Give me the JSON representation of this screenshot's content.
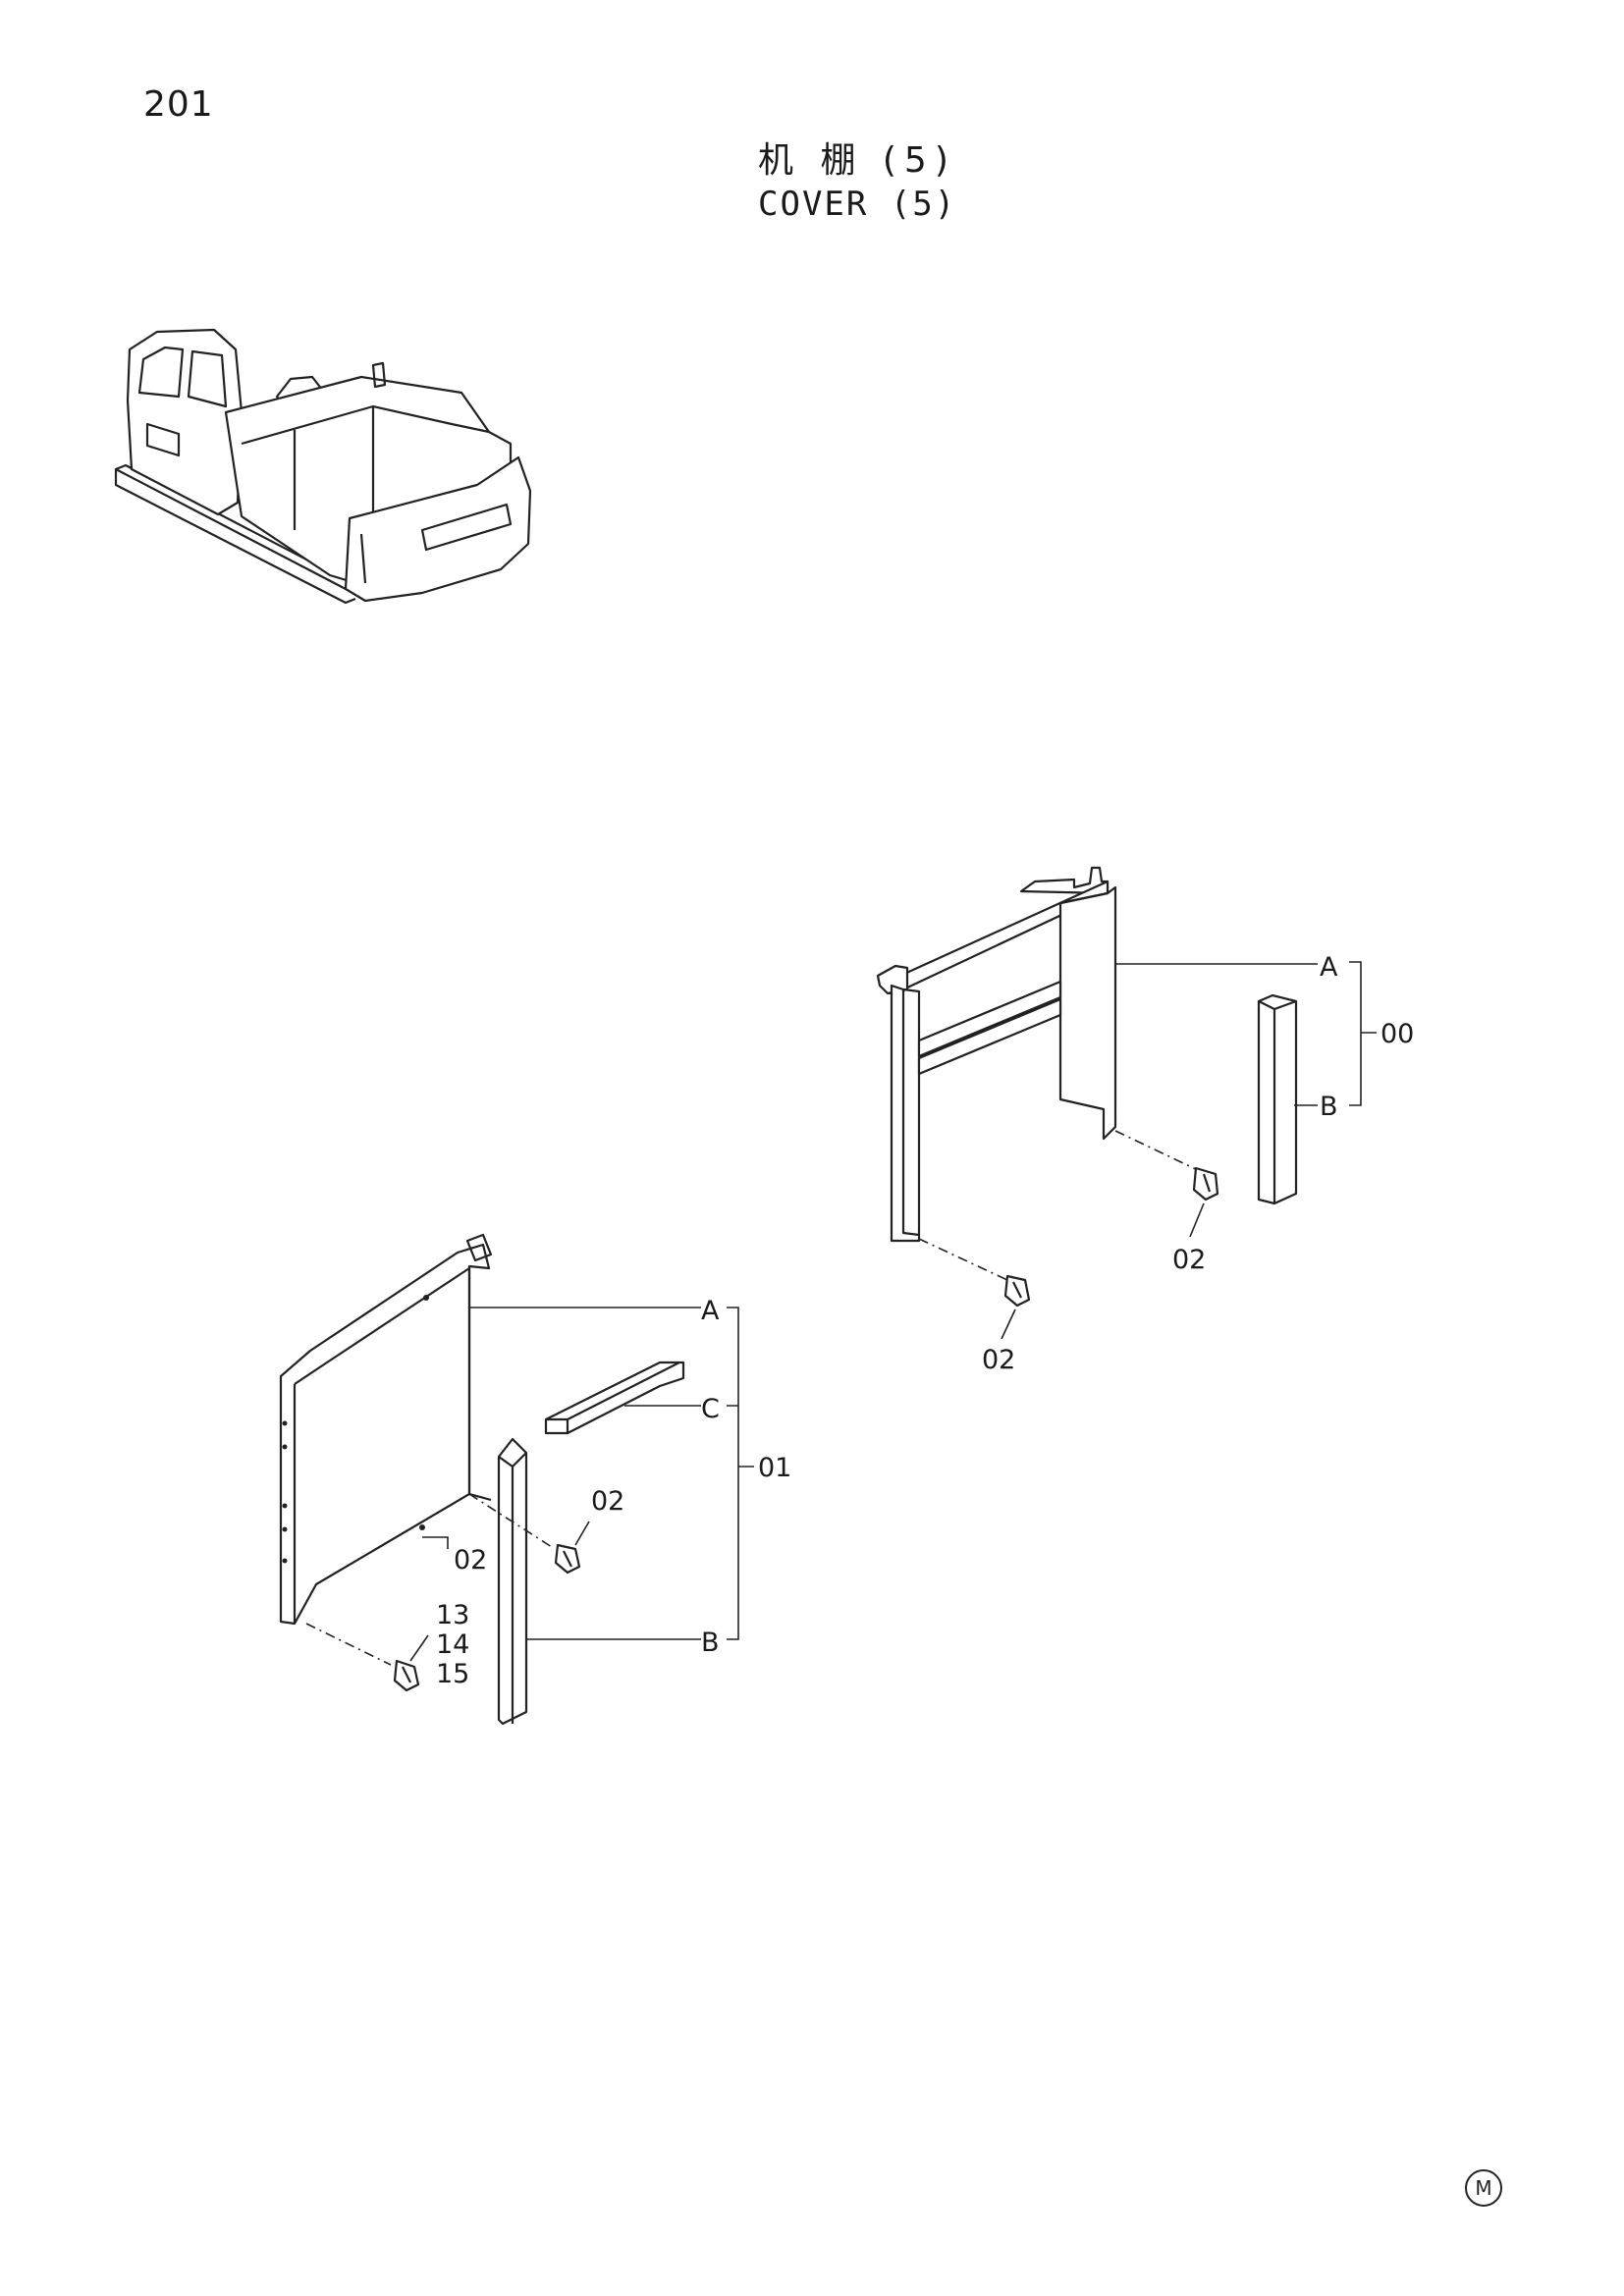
{
  "header": {
    "page_number": "201",
    "title_cn": "机 棚 (5)",
    "title_en": "COVER (5)"
  },
  "callouts": {
    "assy_00": {
      "label_a": "A",
      "label_b": "B",
      "assy_no": "00",
      "bolt_right": "02",
      "bolt_left": "02"
    },
    "assy_01": {
      "label_a": "A",
      "label_c": "C",
      "label_b": "B",
      "assy_no": "01",
      "bolt_upper": "02",
      "bolt_inner": "02",
      "bolt_lower_1": "13",
      "bolt_lower_2": "14",
      "bolt_lower_3": "15"
    }
  },
  "footer": {
    "mark": "M"
  }
}
